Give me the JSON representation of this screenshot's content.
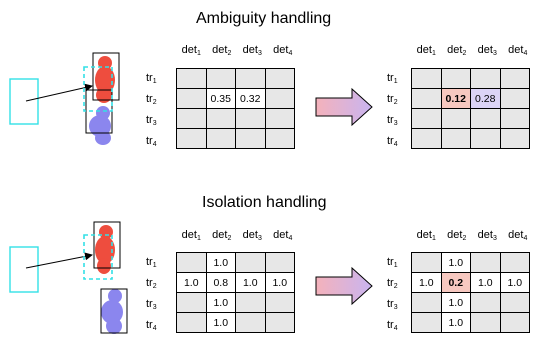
{
  "ambiguity": {
    "title": "Ambiguity handling",
    "col_labels": [
      "det",
      "det",
      "det",
      "det"
    ],
    "col_subs": [
      "1",
      "2",
      "3",
      "4"
    ],
    "row_labels": [
      "tr",
      "tr",
      "tr",
      "tr"
    ],
    "row_subs": [
      "1",
      "2",
      "3",
      "4"
    ],
    "before": [
      [
        "",
        "",
        "",
        ""
      ],
      [
        "",
        "0.35",
        "0.32",
        ""
      ],
      [
        "",
        "",
        "",
        ""
      ],
      [
        "",
        "",
        "",
        ""
      ]
    ],
    "after": [
      [
        "",
        "",
        "",
        ""
      ],
      [
        "",
        "0.12",
        "0.28",
        ""
      ],
      [
        "",
        "",
        "",
        ""
      ],
      [
        "",
        "",
        "",
        ""
      ]
    ]
  },
  "isolation": {
    "title": "Isolation handling",
    "col_labels": [
      "det",
      "det",
      "det",
      "det"
    ],
    "col_subs": [
      "1",
      "2",
      "3",
      "4"
    ],
    "row_labels": [
      "tr",
      "tr",
      "tr",
      "tr"
    ],
    "row_subs": [
      "1",
      "2",
      "3",
      "4"
    ],
    "before": [
      [
        "",
        "1.0",
        "",
        ""
      ],
      [
        "1.0",
        "0.8",
        "1.0",
        "1.0"
      ],
      [
        "",
        "1.0",
        "",
        ""
      ],
      [
        "",
        "1.0",
        "",
        ""
      ]
    ],
    "after": [
      [
        "",
        "1.0",
        "",
        ""
      ],
      [
        "1.0",
        "0.2",
        "1.0",
        "1.0"
      ],
      [
        "",
        "1.0",
        "",
        ""
      ],
      [
        "",
        "1.0",
        "",
        ""
      ]
    ]
  },
  "colors": {
    "track_box": "#33e0e6",
    "red_person": "#ee4d3e",
    "blue_person": "#8b86ee",
    "arrow_start": "#f4b2bb",
    "arrow_end": "#c9b4f0",
    "cell_grey": "#e7e7e7",
    "cell_red": "#f7c8c0",
    "cell_purple": "#dcd4f6"
  }
}
